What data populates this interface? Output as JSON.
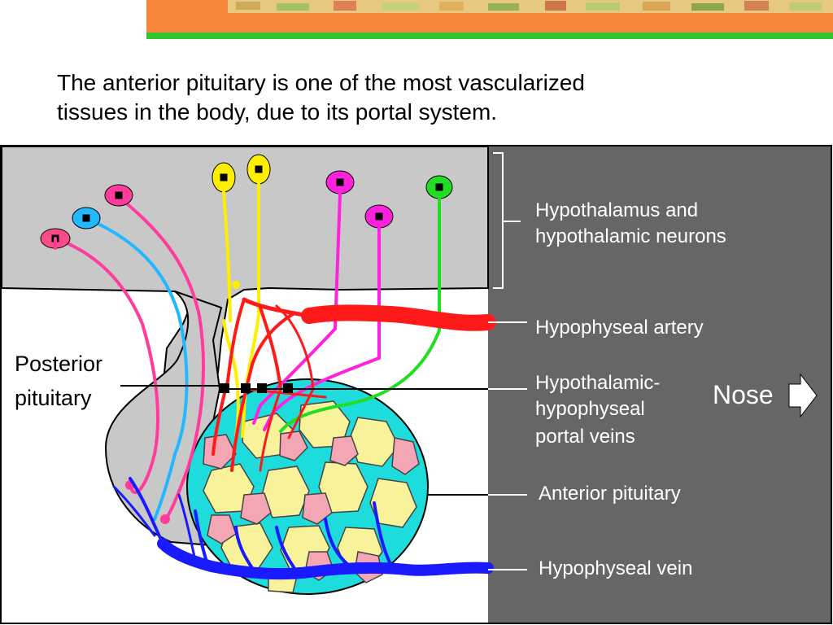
{
  "caption": {
    "line1": "The anterior pituitary is one of the most vascularized",
    "line2": "tissues in the body, due to its portal system."
  },
  "labels": {
    "hypothalamus_line1": "Hypothalamus and",
    "hypothalamus_line2": "hypothalamic neurons",
    "artery": "Hypophyseal artery",
    "portal_line1": "Hypothalamic-",
    "portal_line2": "hypophyseal",
    "portal_line3": "portal veins",
    "anterior": "Anterior pituitary",
    "vein": "Hypophyseal vein",
    "posterior_line1": "Posterior",
    "posterior_line2": "pituitary",
    "nose": "Nose"
  },
  "colors": {
    "banner_orange": "#f5863a",
    "banner_green": "#2ec52e",
    "hypothalamus_gray": "#c8c8c8",
    "panel_gray": "#666666",
    "artery_red": "#ff1a1a",
    "vein_blue": "#1a1aff",
    "gland_cyan": "#1fdcdc",
    "cell_yellow": "#f8f39a",
    "cell_pink": "#f4a6b4"
  },
  "icons": {
    "nose_arrow": "right-arrow-icon"
  }
}
